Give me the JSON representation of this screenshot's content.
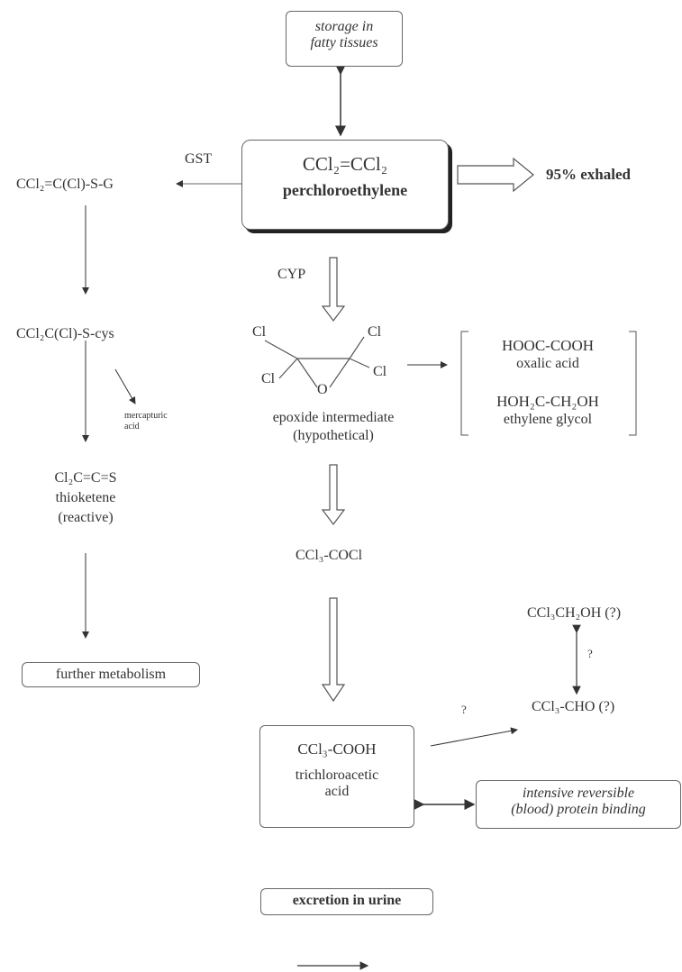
{
  "nodes": {
    "storage_line1": "storage in",
    "storage_line2": "fatty tissues",
    "pce_formula": "CCl₂=CCl₂",
    "pce_name": "perchloroethylene",
    "exhaled": "95% exhaled",
    "gst": "GST",
    "gst_conjugate": "CCl₂=C(Cl)-S-G",
    "cys_conjugate": "CCl₂C(Cl)-S-cys",
    "mercapturic_line1": "mercapturic",
    "mercapturic_line2": "acid",
    "thioketene_formula": "Cl₂C=C=S",
    "thioketene_name": "thioketene",
    "thioketene_note": "(reactive)",
    "further": "further metabolism",
    "cyp": "CYP",
    "epox_cl1": "Cl",
    "epox_cl2": "Cl",
    "epox_cl3": "Cl",
    "epox_cl4": "Cl",
    "epox_o": "O",
    "epoxide_line1": "epoxide intermediate",
    "epoxide_line2": "(hypothetical)",
    "oxalic_formula": "HOOC-COOH",
    "oxalic_name": "oxalic acid",
    "glycol_formula": "HOH₂C-CH₂OH",
    "glycol_name": "ethylene glycol",
    "tcac": "CCl₃-COCl",
    "tce_alcohol": "CCl₃CH₂OH (?)",
    "q1": "?",
    "chloral": "CCl₃-CHO (?)",
    "q2": "?",
    "tca_formula": "CCl₃-COOH",
    "tca_line1": "trichloroacetic",
    "tca_line2": "acid",
    "binding_line1": "intensive reversible",
    "binding_line2": "(blood) protein binding",
    "excretion": "excretion in urine"
  }
}
